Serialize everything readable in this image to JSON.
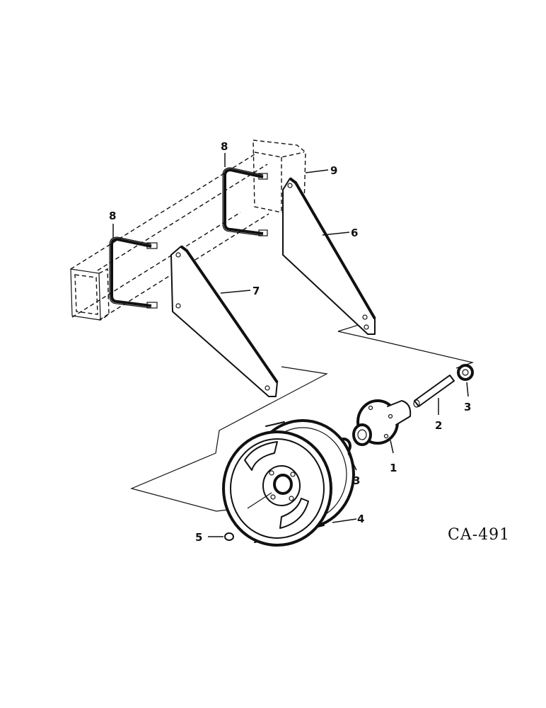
{
  "diagram": {
    "reference_code": "CA-491",
    "callouts": {
      "hub": "1",
      "axle_shaft": "2",
      "washer_right": "3",
      "washer_left": "3",
      "wheel": "4",
      "bolt": "5",
      "bracket_right": "6",
      "bracket_left": "7",
      "u_bolt_left": "8",
      "u_bolt_right": "8",
      "frame_member": "9"
    }
  }
}
